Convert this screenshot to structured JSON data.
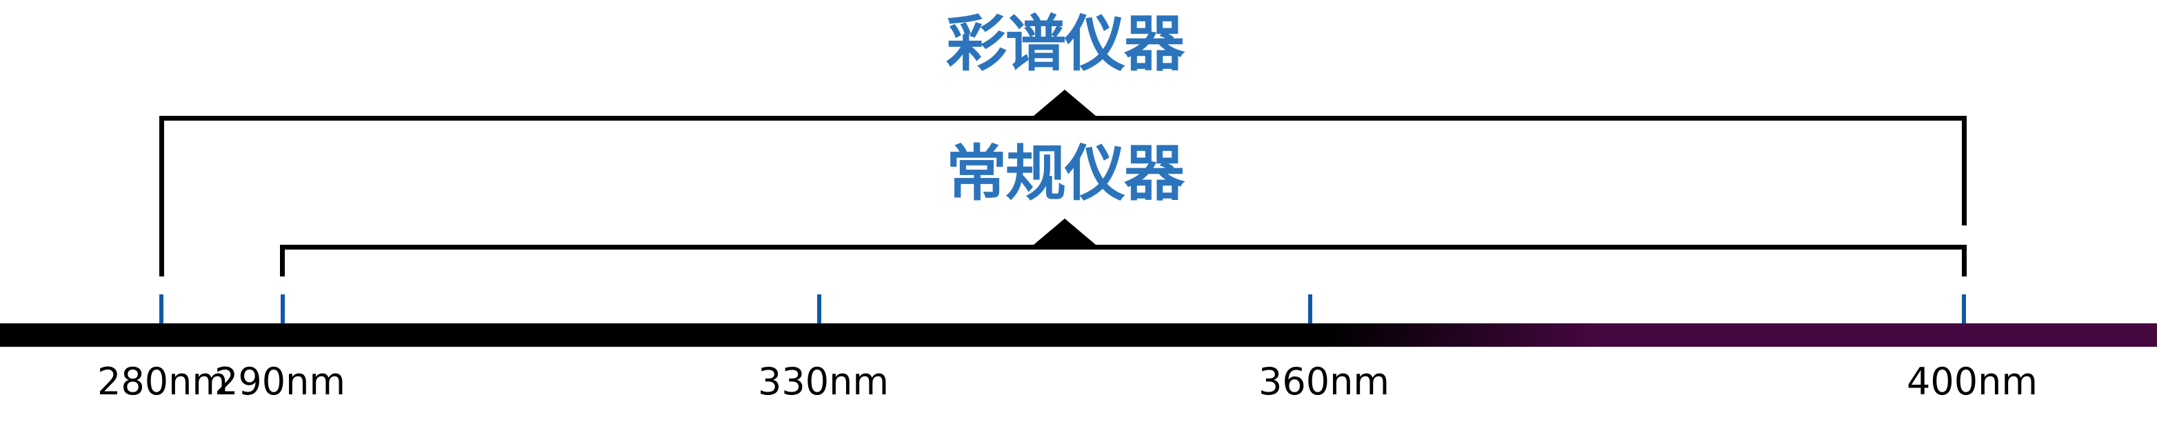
{
  "diagram": {
    "top_bracket": {
      "label": "彩谱仪器",
      "range_start": "280nm",
      "range_end": "400nm"
    },
    "bottom_bracket": {
      "label": "常规仪器",
      "range_start": "290nm",
      "range_end": "400nm"
    },
    "axis": {
      "tick_labels": [
        "280nm",
        "290nm",
        "330nm",
        "360nm",
        "400nm"
      ],
      "bar_left_color": "#000000",
      "bar_right_color": "#45073F"
    },
    "colors": {
      "bracket_label_blue": "#2B74BC",
      "tick_blue": "#1258A4",
      "line_black": "#000000",
      "background": "#ffffff"
    }
  }
}
